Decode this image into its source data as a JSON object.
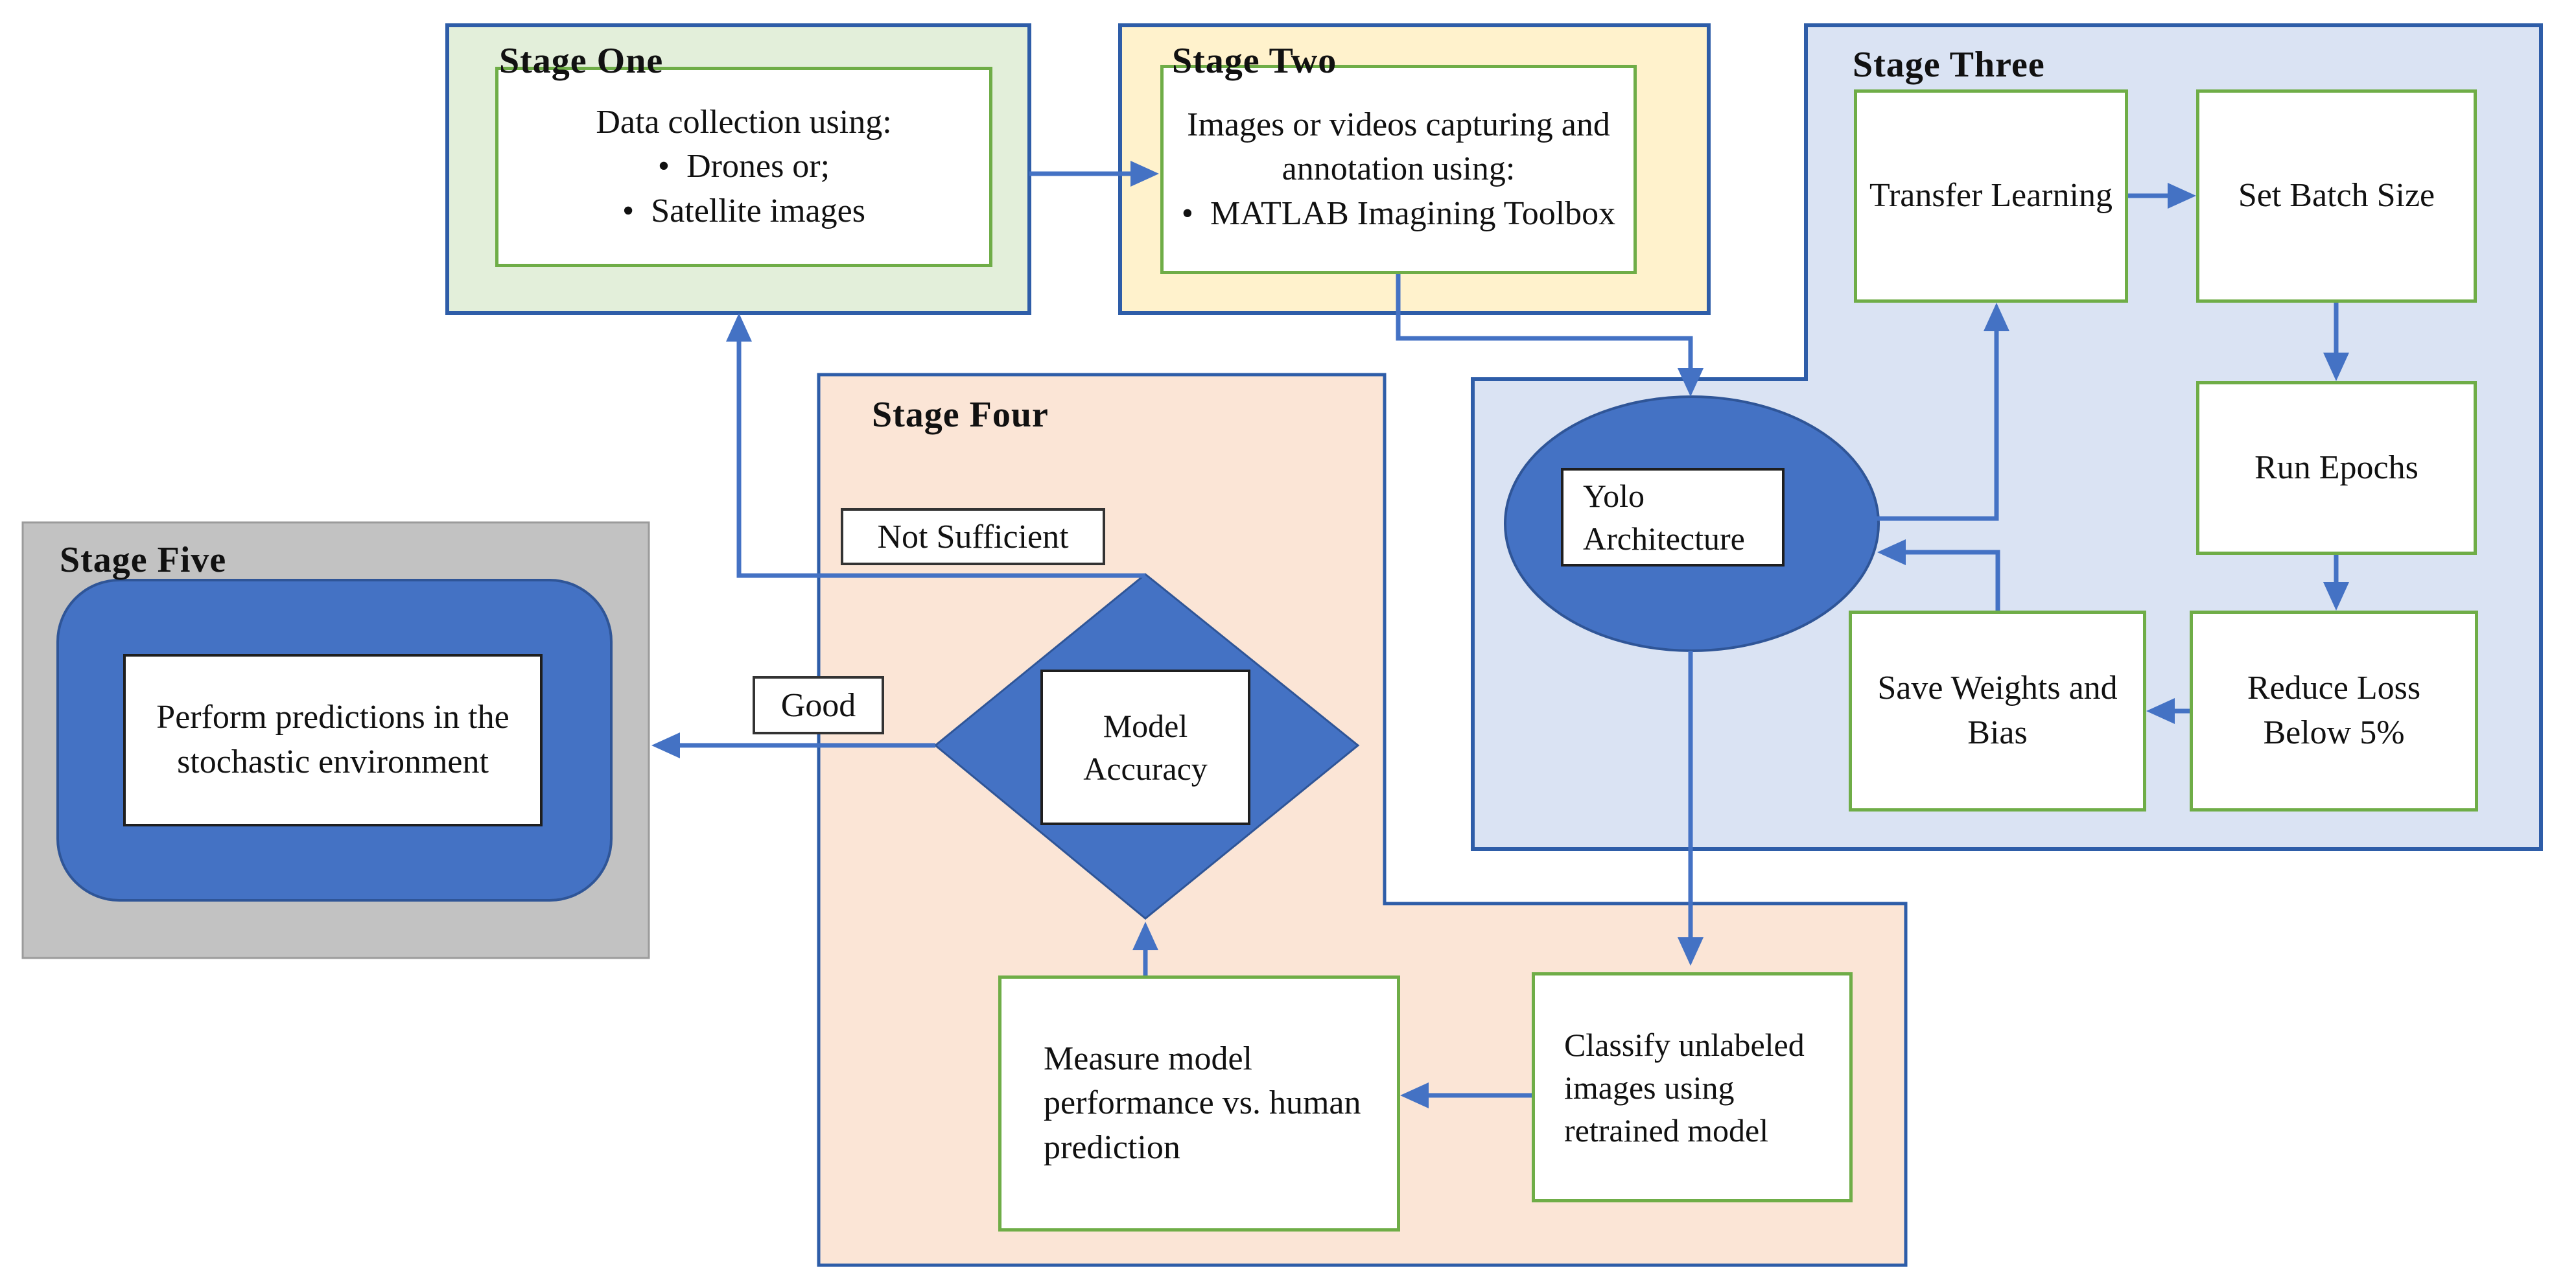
{
  "diagram": {
    "stages": [
      {
        "id": "one",
        "title": "Stage One"
      },
      {
        "id": "two",
        "title": "Stage Two"
      },
      {
        "id": "three",
        "title": "Stage Three"
      },
      {
        "id": "four",
        "title": "Stage Four"
      },
      {
        "id": "five",
        "title": "Stage Five"
      }
    ],
    "nodes": {
      "data_collection": {
        "heading": "Data collection using:",
        "bullets": [
          "Drones or;",
          "Satellite images"
        ]
      },
      "capture_annotation": {
        "heading": "Images or videos capturing and annotation using:",
        "bullets": [
          "MATLAB Imagining Toolbox"
        ]
      },
      "transfer_learning": {
        "label": "Transfer Learning"
      },
      "set_batch_size": {
        "label": "Set Batch Size"
      },
      "run_epochs": {
        "label": "Run Epochs"
      },
      "reduce_loss": {
        "label": "Reduce Loss Below 5%"
      },
      "save_weights": {
        "label": "Save Weights and Bias"
      },
      "yolo_architecture": {
        "label": "Yolo Architecture"
      },
      "model_accuracy": {
        "label": "Model Accuracy"
      },
      "measure_performance": {
        "label": "Measure model performance vs. human prediction"
      },
      "classify_images": {
        "label": "Classify unlabeled images using retrained model"
      },
      "perform_predictions": {
        "label": "Perform predictions in the stochastic environment"
      }
    },
    "edge_labels": {
      "not_sufficient": "Not Sufficient",
      "good": "Good"
    },
    "edges": [
      {
        "from": "data_collection",
        "to": "capture_annotation"
      },
      {
        "from": "capture_annotation",
        "to": "yolo_architecture"
      },
      {
        "from": "yolo_architecture",
        "to": "transfer_learning"
      },
      {
        "from": "transfer_learning",
        "to": "set_batch_size"
      },
      {
        "from": "set_batch_size",
        "to": "run_epochs"
      },
      {
        "from": "run_epochs",
        "to": "reduce_loss"
      },
      {
        "from": "reduce_loss",
        "to": "save_weights"
      },
      {
        "from": "save_weights",
        "to": "yolo_architecture"
      },
      {
        "from": "yolo_architecture",
        "to": "classify_images"
      },
      {
        "from": "classify_images",
        "to": "measure_performance"
      },
      {
        "from": "measure_performance",
        "to": "model_accuracy"
      },
      {
        "from": "model_accuracy",
        "to": "data_collection",
        "label": "Not Sufficient"
      },
      {
        "from": "model_accuracy",
        "to": "perform_predictions",
        "label": "Good"
      }
    ],
    "colors": {
      "accent_blue": "#4472c4",
      "accent_blue_dark": "#2f5597",
      "panel_border_blue": "#2e5da8",
      "green_border": "#6fad47",
      "stage_one_fill": "#e3efda",
      "stage_two_fill": "#fff2cc",
      "stage_three_fill": "#dae3f3",
      "stage_four_fill": "#fbe5d6",
      "stage_five_fill": "#c2c2c2"
    }
  }
}
